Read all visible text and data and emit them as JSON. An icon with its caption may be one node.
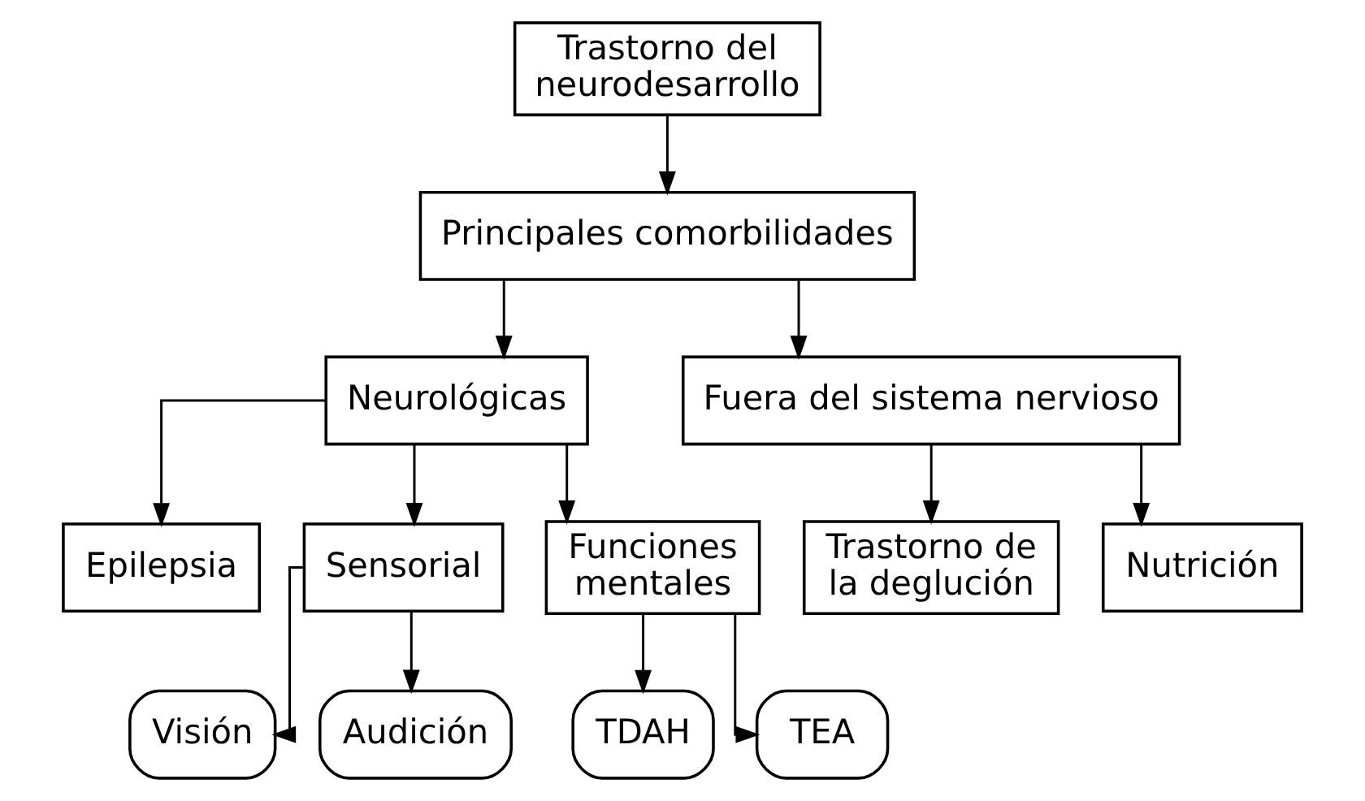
{
  "diagram": {
    "nodes": [
      {
        "text": [
          "Trastorno del neurodesarrollo"
        ]
      },
      {
        "text": [
          "Principales comorbilidades"
        ]
      },
      {
        "text": [
          "Neurológicas"
        ]
      },
      {
        "text": [
          "Fuera del sistema nervioso"
        ]
      },
      {
        "text": [
          "Epilepsia"
        ]
      },
      {
        "text": [
          "Sensorial"
        ]
      },
      {
        "text": [
          "Funciones mentales"
        ]
      },
      {
        "text": [
          "Trastorno de la deglución"
        ]
      },
      {
        "text": [
          "Nutrición"
        ]
      },
      {
        "text": [
          "Visión"
        ]
      },
      {
        "text": [
          "Audición"
        ]
      },
      {
        "text": [
          "TDAH"
        ]
      },
      {
        "text": [
          "TEA"
        ]
      }
    ],
    "edges": [
      {
        "from": 0,
        "to": 1,
        "arrow": "to"
      },
      {
        "from": 1,
        "to": 2,
        "arrow": "to"
      },
      {
        "from": 1,
        "to": 3,
        "arrow": "to"
      },
      {
        "from": 2,
        "to": 4,
        "arrow": "to"
      },
      {
        "from": 2,
        "to": 5,
        "arrow": "to"
      },
      {
        "from": 2,
        "to": 6,
        "arrow": "to"
      },
      {
        "from": 3,
        "to": 7,
        "arrow": "to"
      },
      {
        "from": 3,
        "to": 8,
        "arrow": "to"
      },
      {
        "from": 5,
        "to": 9,
        "arrow": "to"
      },
      {
        "from": 5,
        "to": 10,
        "arrow": "to"
      },
      {
        "from": 6,
        "to": 11,
        "arrow": "to"
      },
      {
        "from": 6,
        "to": 12,
        "arrow": "to"
      }
    ]
  }
}
